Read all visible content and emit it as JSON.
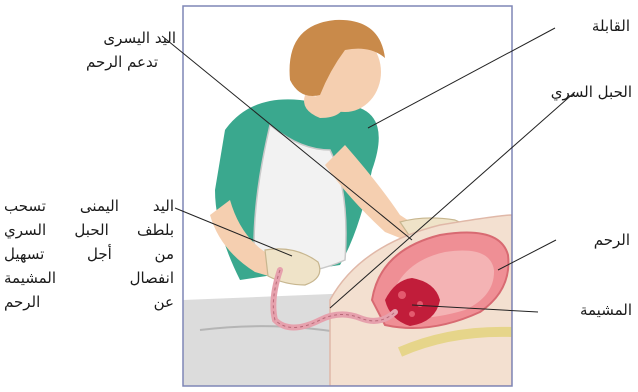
{
  "labels": {
    "left_hand": [
      "اليد اليسرى",
      "تدعم الرحم"
    ],
    "right_hand": [
      "اليد اليمنى تسحب",
      "بلطف الحبل السري",
      "من أجل تسهيل",
      "انفصال المشيمة",
      "عن الرحم"
    ],
    "midwife": "القابلة",
    "cord": "الحبل السري",
    "uterus": "الرحم",
    "placenta": "المشيمة"
  },
  "colors": {
    "frame": "#7f86b6",
    "skin": "#f5cfb0",
    "hair": "#c98a4a",
    "scrubs": "#3aa88e",
    "apron": "#f2f2f2",
    "uterus": "#ef8f95",
    "placenta": "#c11d3a",
    "cord": "#e6a1ad"
  }
}
